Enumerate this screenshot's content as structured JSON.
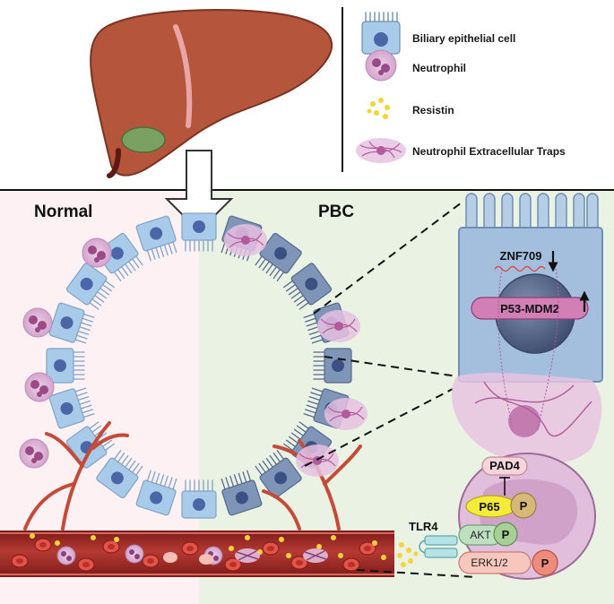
{
  "legend": {
    "items": [
      {
        "key": "biliary",
        "label": "Biliary epithelial cell"
      },
      {
        "key": "neutrophil",
        "label": "Neutrophil"
      },
      {
        "key": "resistin",
        "label": "Resistin"
      },
      {
        "key": "nets",
        "label": "Neutrophil Extracellular Traps"
      }
    ]
  },
  "panels": {
    "normal_label": "Normal",
    "pbc_label": "PBC"
  },
  "cell_detail": {
    "gene": "ZNF709",
    "complex": "P53-MDM2"
  },
  "signaling": {
    "pad4": "PAD4",
    "p65": "P65",
    "akt": "AKT",
    "erk": "ERK1/2",
    "phospho": "P",
    "receptor": "TLR4"
  },
  "colors": {
    "normal_bg": "#fdf1f3",
    "pbc_bg": "#eaf3e3",
    "bec_normal": "#a9cbea",
    "bec_pbc": "#7f95b8",
    "neutrophil": "#dcb0d4",
    "resistin": "#f4d43a",
    "liver": "#b4553c",
    "vessel": "#9e2a25"
  }
}
